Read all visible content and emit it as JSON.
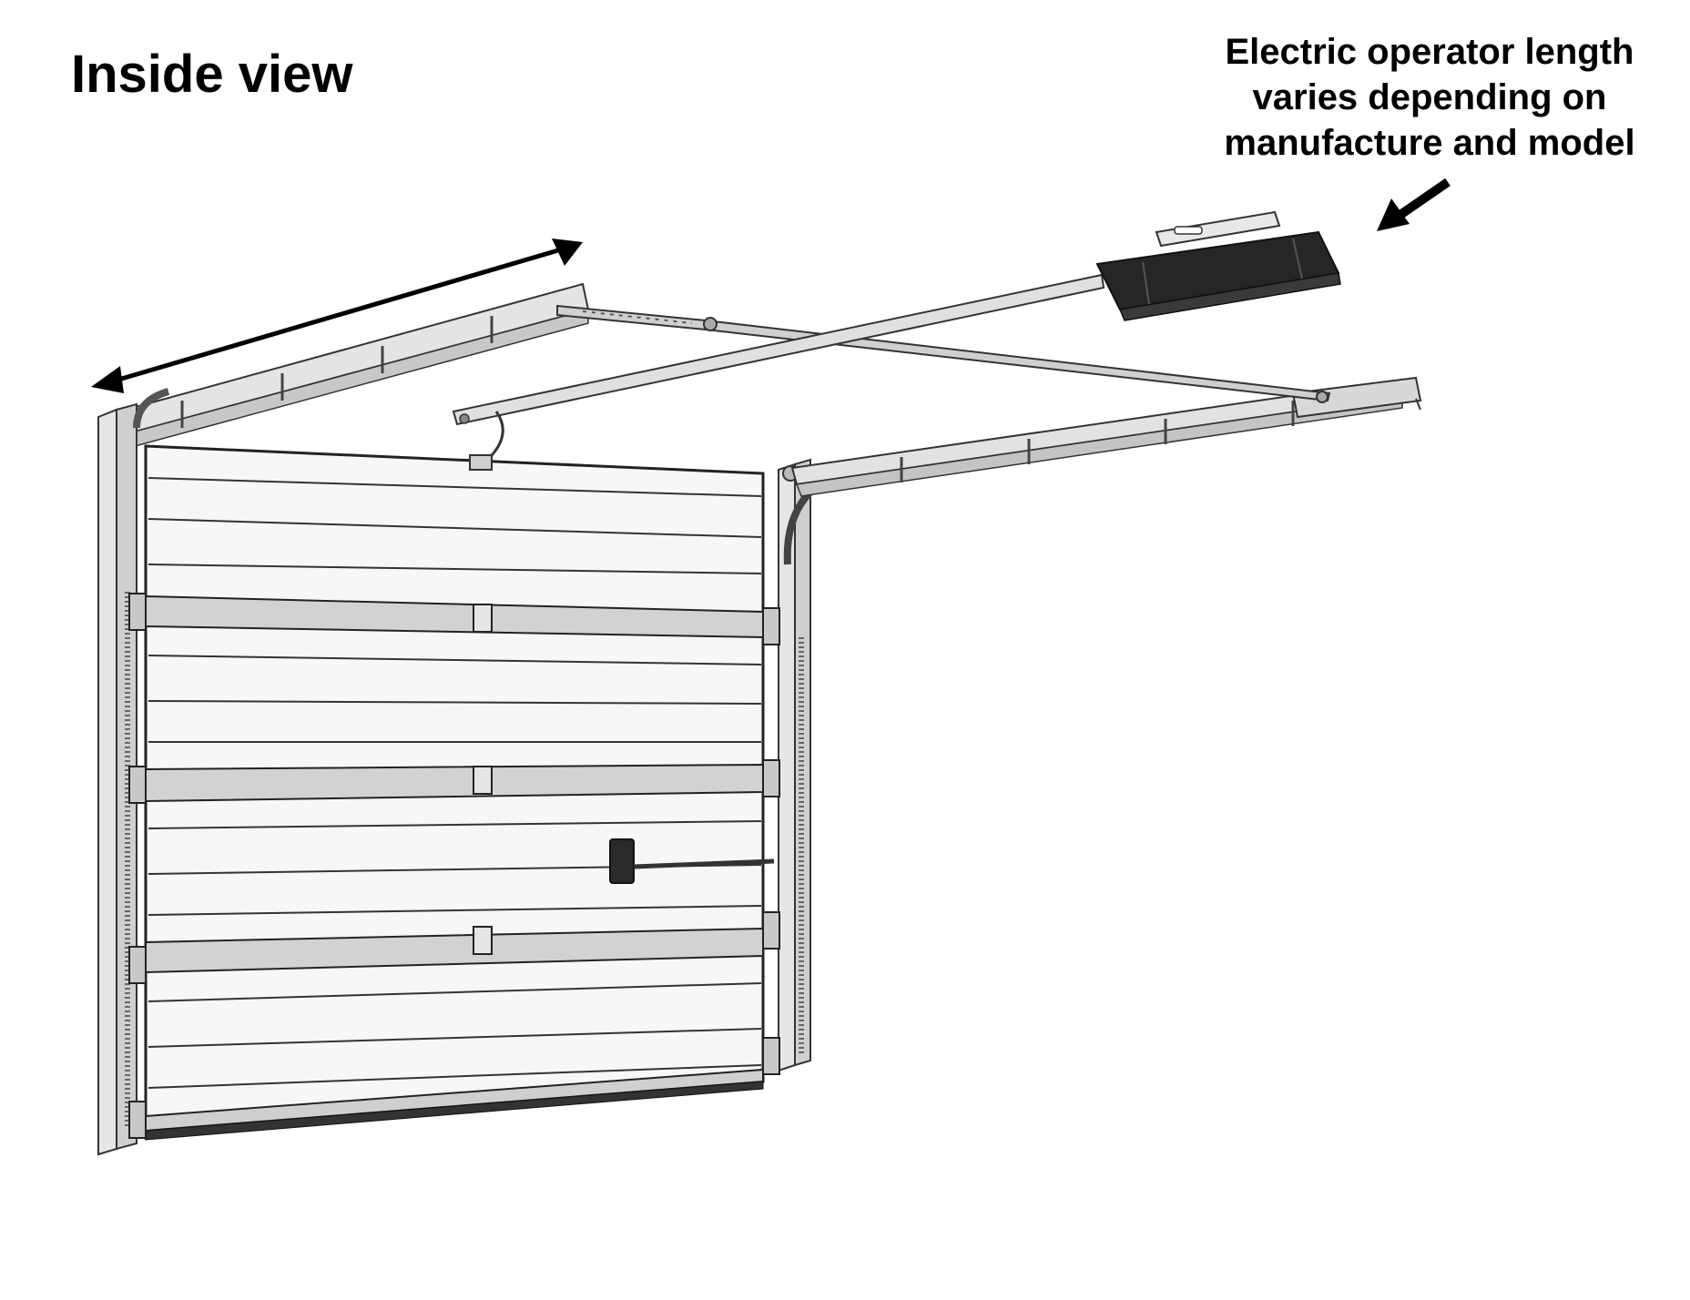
{
  "title": "Inside view",
  "note": {
    "lines": [
      "Electric operator length",
      "varies depending on",
      "manufacture and model"
    ]
  },
  "colors": {
    "background": "#ffffff",
    "line": "#2a2a2a",
    "metal": "#d6d6d6",
    "panel": "#f7f7f7",
    "operator": "#222222",
    "bottom_seal": "#333333"
  },
  "door": {
    "panel_count": 4,
    "stiffener_count": 3
  }
}
